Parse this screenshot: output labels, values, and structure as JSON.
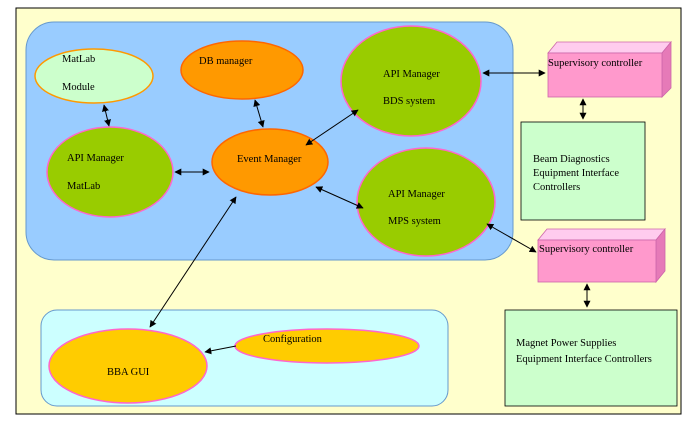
{
  "colors": {
    "background": "#ffffcc",
    "main_panel": "#99ccff",
    "gui_panel": "#ccffff",
    "api_manager": "#99cc00",
    "event_manager": "#ff9900",
    "db_manager": "#ff9900",
    "matlab_module": "#ccffcc",
    "gui": "#ffcc00",
    "supervisory": "#ff99cc",
    "equipment_box": "#ccffcc",
    "node_border": "#ff66cc"
  },
  "nodes": {
    "matlab_module": {
      "line1": "MatLab",
      "line2": "Module"
    },
    "db_manager": {
      "label": "DB manager"
    },
    "api_bds": {
      "line1": "API Manager",
      "line2": "BDS system"
    },
    "api_matlab": {
      "line1": "API Manager",
      "line2": "MatLab"
    },
    "event_manager": {
      "label": "Event Manager"
    },
    "api_mps": {
      "line1": "API Manager",
      "line2": "MPS system"
    },
    "bba_gui": {
      "label": "BBA GUI"
    },
    "configuration": {
      "label": "Configuration"
    },
    "supervisory_top": {
      "label": "Supervisory controller"
    },
    "supervisory_bottom": {
      "label": "Supervisory controller"
    },
    "beam_diagnostics": {
      "line1": "Beam Diagnostics",
      "line2": "Equipment Interface",
      "line3": "Controllers"
    },
    "magnet_power": {
      "line1": "Magnet Power Supplies",
      "line2": "Equipment  Interface Controllers"
    }
  }
}
